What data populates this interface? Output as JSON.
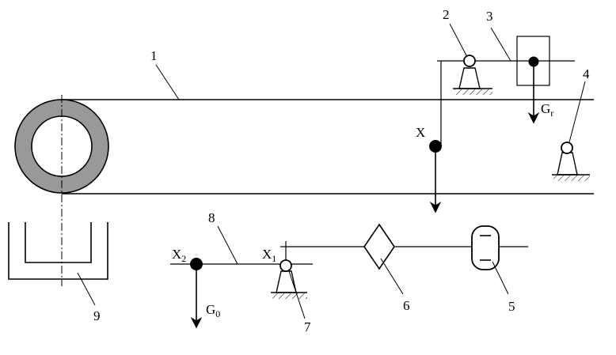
{
  "labels": {
    "n1": "1",
    "n2": "2",
    "n3": "3",
    "n4": "4",
    "n5": "5",
    "n6": "6",
    "n7": "7",
    "n8": "8",
    "n9": "9",
    "x": "X",
    "x1_main": "X",
    "x1_sub": "1",
    "x2_main": "X",
    "x2_sub": "2",
    "gr_main": "G",
    "gr_sub": "r",
    "g0_main": "G",
    "g0_sub": "0"
  }
}
